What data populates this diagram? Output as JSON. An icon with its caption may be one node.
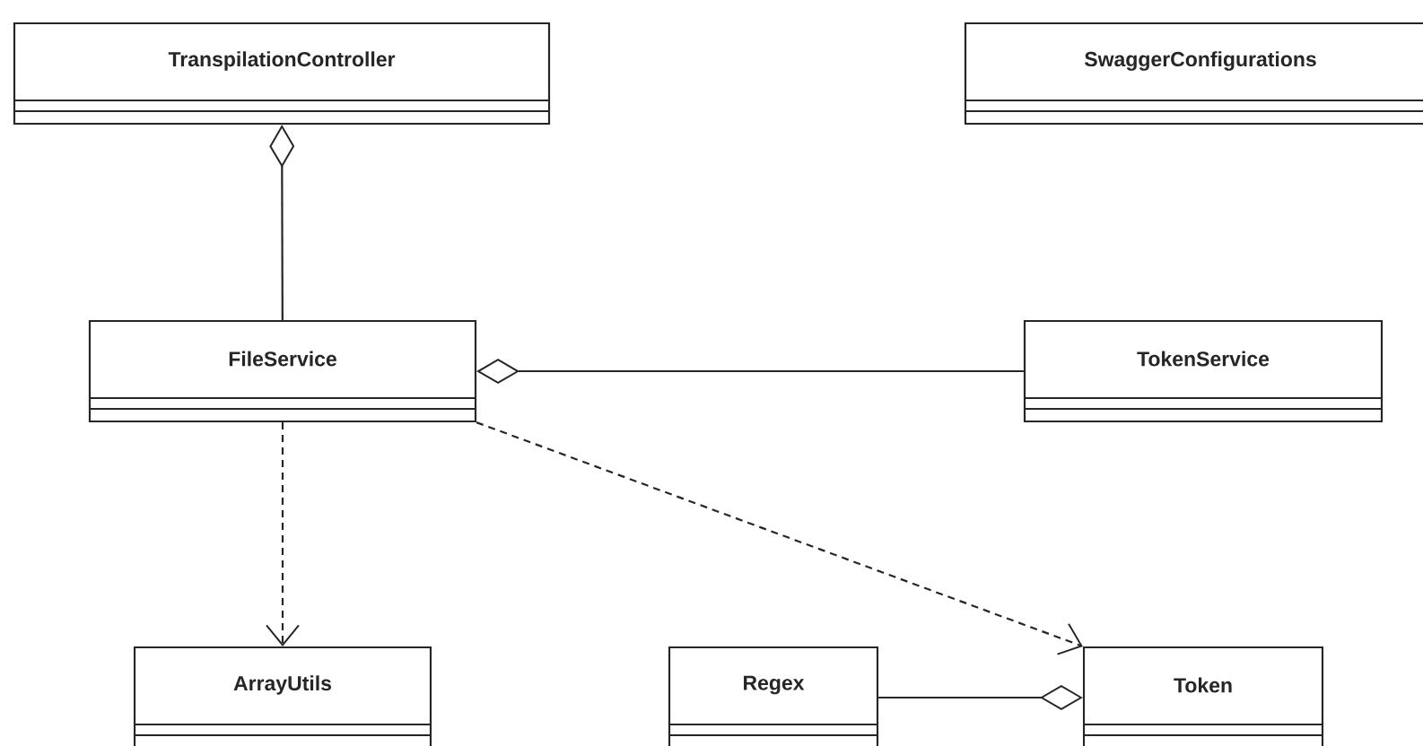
{
  "diagram": {
    "nodes": [
      {
        "text": [
          "TranspilationController"
        ]
      },
      {
        "text": [
          "SwaggerConfigurations"
        ]
      },
      {
        "text": [
          "FileService"
        ]
      },
      {
        "text": [
          "TokenService"
        ]
      },
      {
        "text": [
          "ArrayUtils"
        ]
      },
      {
        "text": [
          "Regex"
        ]
      },
      {
        "text": [
          "Token"
        ]
      }
    ],
    "edges": [
      {
        "from": 0,
        "to": 2,
        "arrow": "other"
      },
      {
        "from": 2,
        "to": 3,
        "arrow": "other"
      },
      {
        "from": 2,
        "to": 4,
        "arrow": "to",
        "style": "dashed"
      },
      {
        "from": 2,
        "to": 6,
        "arrow": "to",
        "style": "dashed"
      },
      {
        "from": 6,
        "to": 5,
        "arrow": "other"
      }
    ]
  }
}
